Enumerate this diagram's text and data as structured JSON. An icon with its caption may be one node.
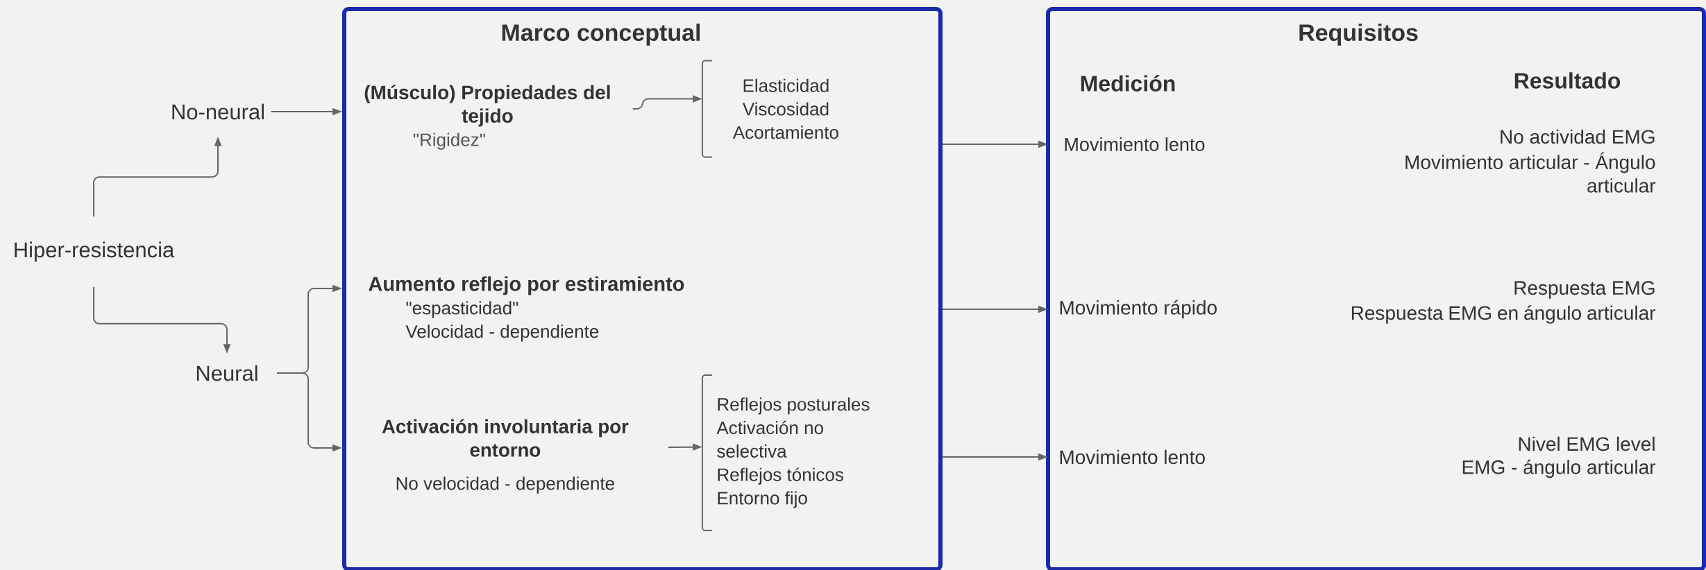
{
  "diagram": {
    "nodes": [
      {
        "text": [
          "Hiper-resistencia"
        ]
      },
      {
        "text": [
          "No-neural"
        ]
      },
      {
        "text": [
          "Neural"
        ]
      },
      {
        "text": [
          "Marco conceptual"
        ]
      },
      {
        "text": [
          "(Músculo) Propiedades del tejido",
          "\"Rigidez\""
        ],
        "in": 3
      },
      {
        "text": [
          "Elasticidad",
          "Viscosidad",
          "Acortamiento"
        ],
        "in": 3
      },
      {
        "text": [
          "Aumento reflejo por estiramiento",
          "\"espasticidad\"",
          "Velocidad - dependiente"
        ],
        "in": 3
      },
      {
        "text": [
          "Activación involuntaria por entorno",
          "No velocidad - dependiente"
        ],
        "in": 3
      },
      {
        "text": [
          "Reflejos posturales",
          "Activación no selectiva",
          "Reflejos tónicos",
          "Entorno fijo"
        ],
        "in": 3
      },
      {
        "text": [
          "Requisitos"
        ]
      },
      {
        "text": [
          "Movimiento lento"
        ],
        "in": 9
      },
      {
        "text": [
          "Movimiento rápido"
        ],
        "in": 9
      },
      {
        "text": [
          "Movimiento lento"
        ],
        "in": 9
      }
    ],
    "edges": [
      {
        "from": 0,
        "to": 1,
        "arrow": "to"
      },
      {
        "from": 0,
        "to": 2,
        "arrow": "to"
      },
      {
        "from": 1,
        "to": 4,
        "arrow": "to"
      },
      {
        "from": 4,
        "to": 5,
        "arrow": "to"
      },
      {
        "from": 2,
        "to": 6,
        "arrow": "to"
      },
      {
        "from": 2,
        "to": 7,
        "arrow": "to"
      },
      {
        "from": 7,
        "to": 8,
        "arrow": "to"
      },
      {
        "from": 3,
        "to": 10,
        "arrow": "to"
      },
      {
        "from": 3,
        "to": 11,
        "arrow": "to"
      },
      {
        "from": 3,
        "to": 12,
        "arrow": "to"
      }
    ],
    "labels": [
      "Medición",
      "Resultado",
      "No actividad EMG",
      "Movimiento articular - Ángulo articular",
      "Respuesta EMG",
      "Respuesta EMG en ángulo articular",
      "Nivel EMG level",
      "EMG - ángulo articular"
    ]
  }
}
